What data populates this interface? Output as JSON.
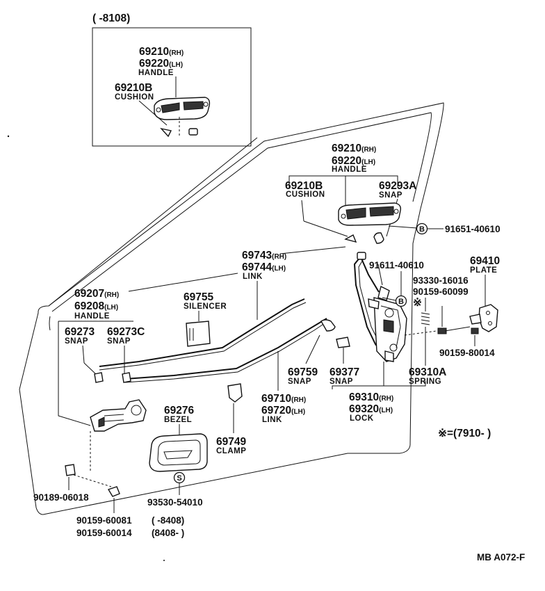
{
  "inset": {
    "title": "(        -8108)",
    "handle": {
      "p1": "69210",
      "s1": "(RH)",
      "p2": "69220",
      "s2": "(LH)",
      "name": "HANDLE"
    },
    "cushion": {
      "part": "69210B",
      "name": "CUSHION"
    }
  },
  "upper_handle": {
    "p1": "69210",
    "s1": "(RH)",
    "p2": "69220",
    "s2": "(LH)",
    "name": "HANDLE"
  },
  "upper_cushion": {
    "part": "69210B",
    "name": "CUSHION"
  },
  "upper_snap": {
    "part": "69293A",
    "name": "SNAP"
  },
  "clip_b_top": {
    "symbol": "B",
    "part": "91651-40610"
  },
  "clip_b_lock": {
    "symbol": "B",
    "part": "91611-40610"
  },
  "plate": {
    "part": "69410",
    "name": "PLATE"
  },
  "screws_right": {
    "p1": "93330-16016",
    "p2": "90159-60099",
    "mark": "※"
  },
  "screw_plate": {
    "part": "90159-80014"
  },
  "link_upper": {
    "p1": "69743",
    "s1": "(RH)",
    "p2": "69744",
    "s2": "(LH)",
    "name": "LINK"
  },
  "inside_handle": {
    "p1": "69207",
    "s1": "(RH)",
    "p2": "69208",
    "s2": "(LH)",
    "name": "HANDLE"
  },
  "silencer": {
    "part": "69755",
    "name": "SILENCER"
  },
  "snap_a": {
    "part": "69273",
    "name": "SNAP"
  },
  "snap_c": {
    "part": "69273C",
    "name": "SNAP"
  },
  "snap_759": {
    "part": "69759",
    "name": "SNAP"
  },
  "snap_377": {
    "part": "69377",
    "name": "SNAP"
  },
  "spring": {
    "part": "69310A",
    "name": "SPRING"
  },
  "link_lower": {
    "p1": "69710",
    "s1": "(RH)",
    "p2": "69720",
    "s2": "(LH)",
    "name": "LINK"
  },
  "lock": {
    "p1": "69310",
    "s1": "(RH)",
    "p2": "69320",
    "s2": "(LH)",
    "name": "LOCK"
  },
  "bezel": {
    "part": "69276",
    "name": "BEZEL"
  },
  "clamp": {
    "part": "69749",
    "name": "CLAMP"
  },
  "screw_s": {
    "symbol": "S",
    "part": "93530-54010"
  },
  "nut_left": {
    "part": "90189-06018"
  },
  "screws_bottom": {
    "p1": "90159-60081",
    "r1": "(        -8408)",
    "p2": "90159-60014",
    "r2": "(8408-        )"
  },
  "note": "※=(7910-        )",
  "diagram_code": "MB A072-F"
}
